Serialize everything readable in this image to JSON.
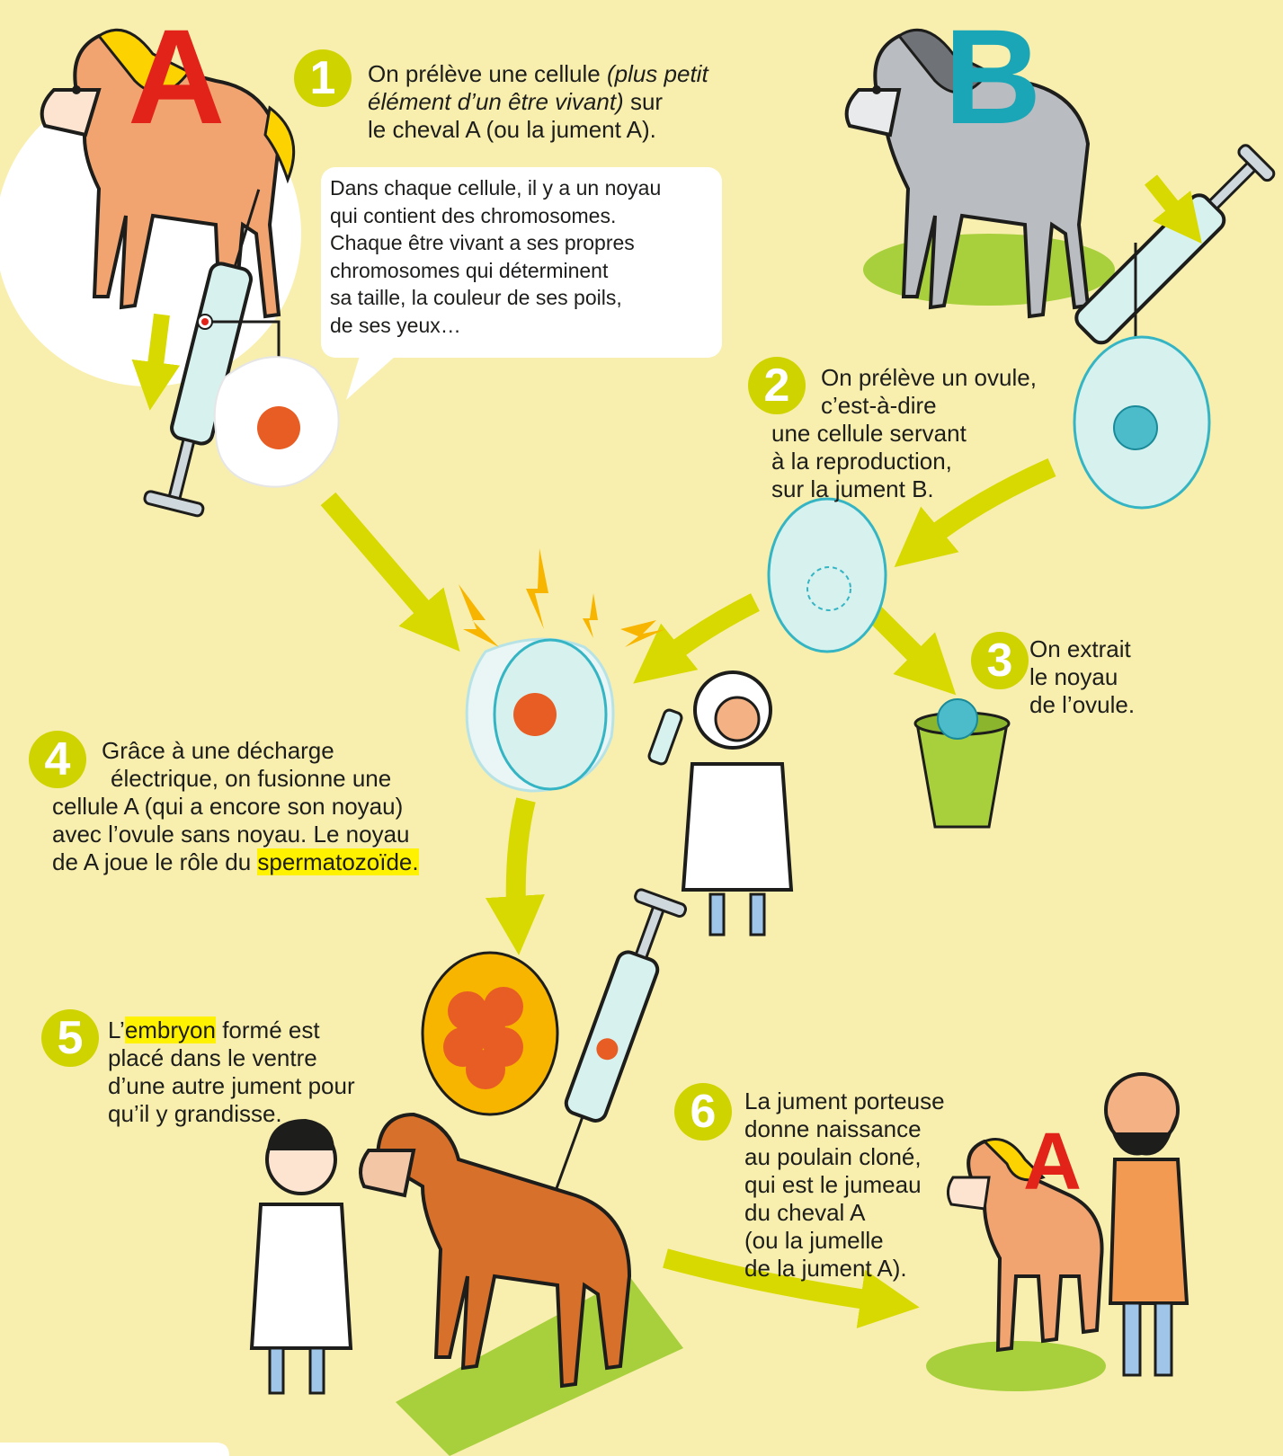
{
  "letters": {
    "a": "A",
    "b": "B",
    "a_small": "A"
  },
  "colors": {
    "background": "#f8efae",
    "badge": "#cfd300",
    "arrow": "#d8d900",
    "letter_a": "#e2231a",
    "letter_b": "#1aa6b7",
    "highlight": "#fff200"
  },
  "steps": [
    {
      "number": "1",
      "lines": [
        "On prélève une cellule",
        "élément d’un être vivant)",
        "le cheval A (ou la jument A)."
      ],
      "line1_italic": "(plus petit",
      "line2_after": " sur"
    },
    {
      "number": "2",
      "lines": [
        "On prélève un ovule,",
        "c’est-à-dire",
        "une cellule servant",
        "à la reproduction,",
        "sur la jument B."
      ]
    },
    {
      "number": "3",
      "lines": [
        "On extrait",
        "le noyau",
        "de l’ovule."
      ]
    },
    {
      "number": "4",
      "lines": [
        "Grâce à une décharge",
        "électrique, on fusionne une",
        "cellule A (qui a encore son noyau)",
        "avec l’ovule sans noyau. Le noyau",
        "de A joue le rôle du "
      ],
      "highlight": "spermatozoïde."
    },
    {
      "number": "5",
      "prefix": "L’",
      "highlight": "embryon",
      "suffix": " formé est",
      "lines": [
        "placé dans le ventre",
        "d’une autre jument pour",
        "qu’il y grandisse."
      ]
    },
    {
      "number": "6",
      "lines": [
        "La jument porteuse",
        "donne naissance",
        "au poulain cloné,",
        "qui est le jumeau",
        "du cheval A",
        "(ou la jumelle",
        "de la jument A)."
      ]
    }
  ],
  "bubble": {
    "lines": [
      "Dans chaque cellule, il y a un noyau",
      "qui contient des chromosomes.",
      "Chaque être vivant a ses propres",
      "chromosomes qui déterminent",
      "sa taille, la couleur de ses poils,",
      "de ses yeux…"
    ]
  }
}
